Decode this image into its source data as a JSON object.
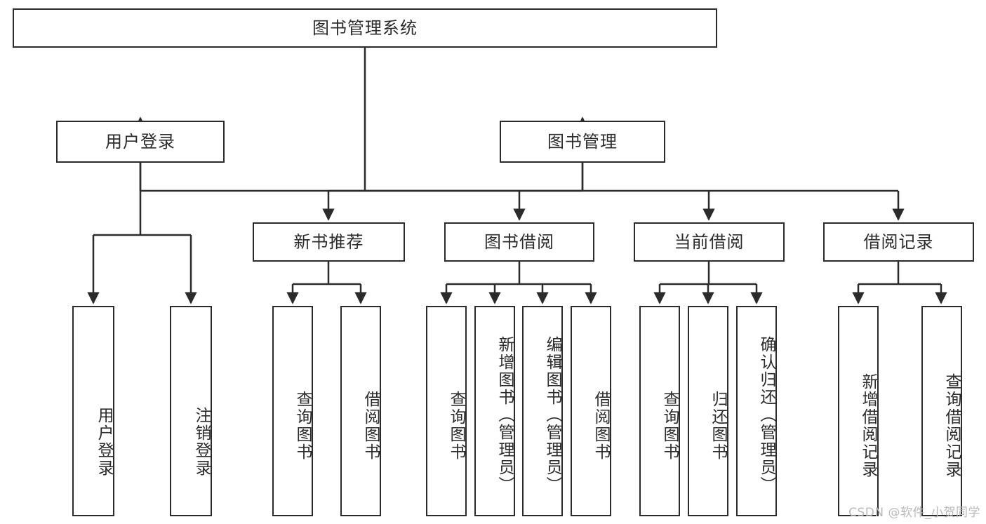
{
  "diagram": {
    "title": "图书管理系统",
    "type": "tree",
    "watermark": "CSDN @软件_小贺同学",
    "colors": {
      "box_border": "#2b2b2b",
      "text": "#2b2b2b",
      "line": "#2b2b2b",
      "background": "#ffffff",
      "watermark": "#b9b9b9"
    },
    "levels": {
      "root": "图书管理系统",
      "level2": [
        "用户登录",
        "图书管理"
      ],
      "level3": [
        "新书推荐",
        "图书借阅",
        "当前借阅",
        "借阅记录"
      ]
    },
    "nodes": {
      "root": {
        "label": "图书管理系统"
      },
      "user_login": {
        "label": "用户登录"
      },
      "book_manage": {
        "label": "图书管理"
      },
      "new_book_rec": {
        "label": "新书推荐"
      },
      "book_borrow": {
        "label": "图书借阅"
      },
      "current_borrow": {
        "label": "当前借阅"
      },
      "borrow_record": {
        "label": "借阅记录"
      },
      "leaf_user_login": {
        "label": "用户登录"
      },
      "leaf_logout": {
        "label": "注销登录"
      },
      "leaf_query_book_1": {
        "label": "查询图书"
      },
      "leaf_borrow_book_1": {
        "label": "借阅图书"
      },
      "leaf_query_book_2": {
        "label": "查询图书"
      },
      "leaf_add_book": {
        "label": "新增图书（管理员）"
      },
      "leaf_edit_book": {
        "label": "编辑图书（管理员）"
      },
      "leaf_borrow_book_2": {
        "label": "借阅图书"
      },
      "leaf_query_book_3": {
        "label": "查询图书"
      },
      "leaf_return_book": {
        "label": "归还图书"
      },
      "leaf_confirm_return": {
        "label": "确认归还（管理员）"
      },
      "leaf_add_record": {
        "label": "新增借阅记录"
      },
      "leaf_query_record": {
        "label": "查询借阅记录"
      }
    },
    "edges": [
      {
        "from": "root",
        "to": "user_login"
      },
      {
        "from": "root",
        "to": "book_manage"
      },
      {
        "from": "user_login",
        "to": "leaf_user_login"
      },
      {
        "from": "user_login",
        "to": "leaf_logout"
      },
      {
        "from": "book_manage",
        "to": "new_book_rec"
      },
      {
        "from": "book_manage",
        "to": "book_borrow"
      },
      {
        "from": "book_manage",
        "to": "current_borrow"
      },
      {
        "from": "book_manage",
        "to": "borrow_record"
      },
      {
        "from": "new_book_rec",
        "to": "leaf_query_book_1"
      },
      {
        "from": "new_book_rec",
        "to": "leaf_borrow_book_1"
      },
      {
        "from": "book_borrow",
        "to": "leaf_query_book_2"
      },
      {
        "from": "book_borrow",
        "to": "leaf_add_book"
      },
      {
        "from": "book_borrow",
        "to": "leaf_edit_book"
      },
      {
        "from": "book_borrow",
        "to": "leaf_borrow_book_2"
      },
      {
        "from": "current_borrow",
        "to": "leaf_query_book_3"
      },
      {
        "from": "current_borrow",
        "to": "leaf_return_book"
      },
      {
        "from": "current_borrow",
        "to": "leaf_confirm_return"
      },
      {
        "from": "borrow_record",
        "to": "leaf_add_record"
      },
      {
        "from": "borrow_record",
        "to": "leaf_query_record"
      }
    ]
  }
}
